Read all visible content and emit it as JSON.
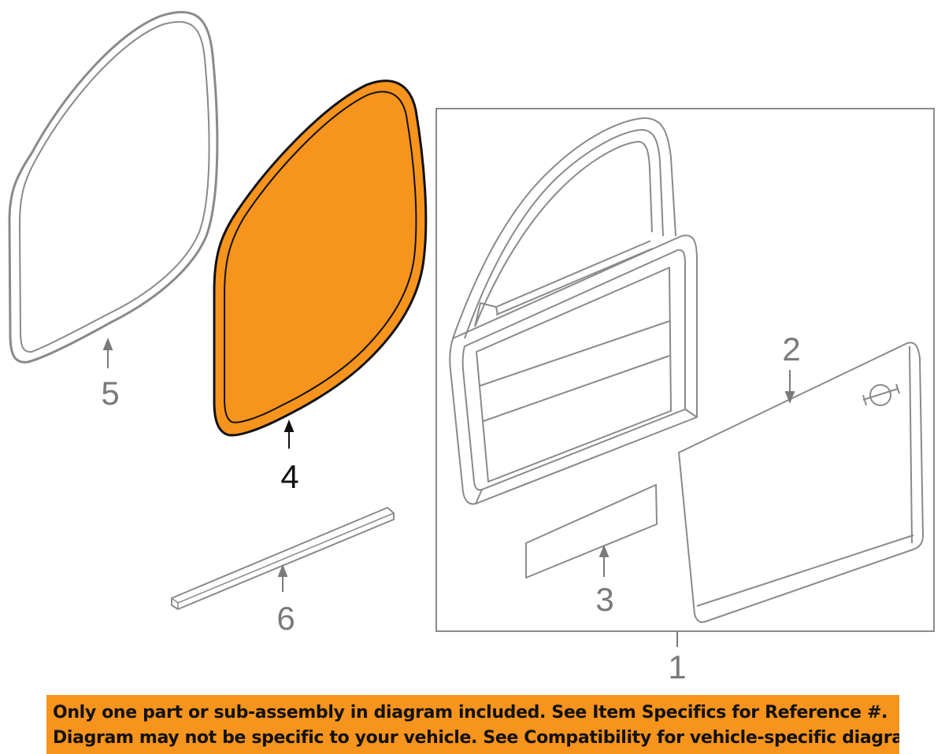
{
  "colors": {
    "highlight": "#f7941d",
    "outline": "#8a8a8a",
    "highlight_outline": "#111111",
    "label_text": "#7a7a7a",
    "highlight_label_text": "#111111"
  },
  "highlighted_part": "4",
  "callouts": {
    "part_1": "1",
    "part_2": "2",
    "part_3": "3",
    "part_4": "4",
    "part_5": "5",
    "part_6": "6"
  },
  "disclaimer": {
    "line1": "Only one part or sub-assembly in diagram included. See Item Specifics for Reference #.",
    "line2": "Diagram may not be specific to your vehicle. See Compatibility for vehicle-specific diagrams."
  }
}
